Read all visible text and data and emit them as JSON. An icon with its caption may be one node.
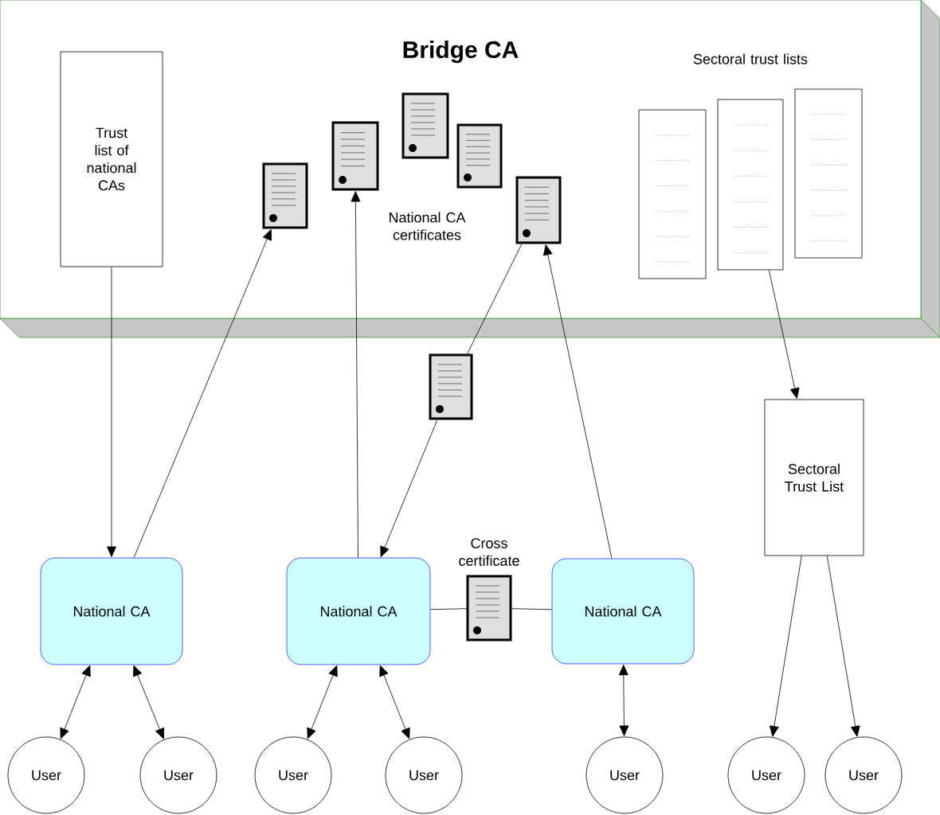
{
  "diagram": {
    "nodes": [
      {
        "text": [
          "Bridge CA"
        ]
      },
      {
        "text": [
          "Trust list of national CAs"
        ],
        "in": 0
      },
      {
        "text": [],
        "shape": "picture",
        "in": 0
      },
      {
        "text": [],
        "shape": "picture",
        "in": 0
      },
      {
        "text": [],
        "shape": "picture",
        "in": 0
      },
      {
        "text": [],
        "shape": "picture",
        "in": 0
      },
      {
        "text": [],
        "shape": "picture",
        "in": 0
      },
      {
        "text": [],
        "shape": "box",
        "in": 0
      },
      {
        "text": [],
        "shape": "box",
        "in": 0
      },
      {
        "text": [],
        "shape": "box",
        "in": 0
      },
      {
        "text": [],
        "shape": "picture"
      },
      {
        "text": [
          "Sectoral Trust List"
        ]
      },
      {
        "text": [
          "National CA"
        ]
      },
      {
        "text": [
          "National CA"
        ]
      },
      {
        "text": [],
        "shape": "picture",
        "beside": [
          "Cross certificate"
        ]
      },
      {
        "text": [
          "National CA"
        ]
      },
      {
        "text": [
          "User"
        ]
      },
      {
        "text": [
          "User"
        ]
      },
      {
        "text": [
          "User"
        ]
      },
      {
        "text": [
          "User"
        ]
      },
      {
        "text": [
          "User"
        ]
      },
      {
        "text": [
          "User"
        ]
      },
      {
        "text": [
          "User"
        ]
      }
    ],
    "edges": [
      {
        "from": 1,
        "to": 12,
        "arrow": "to"
      },
      {
        "from": 12,
        "to": 2,
        "arrow": "to"
      },
      {
        "from": 13,
        "to": 3,
        "arrow": "to"
      },
      {
        "from": 6,
        "to": 10,
        "arrow": "none"
      },
      {
        "from": 10,
        "to": 13,
        "arrow": "to"
      },
      {
        "from": 15,
        "to": 6,
        "arrow": "to"
      },
      {
        "from": 13,
        "to": 14,
        "arrow": "none"
      },
      {
        "from": 14,
        "to": 15,
        "arrow": "none"
      },
      {
        "from": 8,
        "to": 11,
        "arrow": "to"
      },
      {
        "from": 12,
        "to": 16,
        "arrow": "both"
      },
      {
        "from": 12,
        "to": 17,
        "arrow": "both"
      },
      {
        "from": 13,
        "to": 18,
        "arrow": "both"
      },
      {
        "from": 13,
        "to": 19,
        "arrow": "both"
      },
      {
        "from": 15,
        "to": 20,
        "arrow": "both"
      },
      {
        "from": 11,
        "to": 21,
        "arrow": "to"
      },
      {
        "from": 11,
        "to": 22,
        "arrow": "to"
      }
    ],
    "labels": [
      "Sectoral trust lists",
      "National CA certificates"
    ]
  }
}
